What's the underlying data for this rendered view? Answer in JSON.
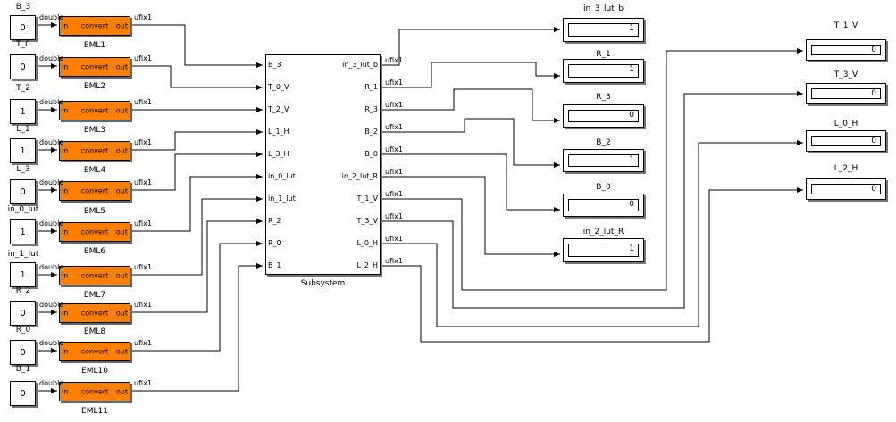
{
  "constants": [
    {
      "name": "B_3",
      "value": "0"
    },
    {
      "name": "T_0",
      "value": "0"
    },
    {
      "name": "T_2",
      "value": "1"
    },
    {
      "name": "L_1",
      "value": "1"
    },
    {
      "name": "L_3",
      "value": "0"
    },
    {
      "name": "in_0_lut",
      "value": "1"
    },
    {
      "name": "in_1_lut",
      "value": "1"
    },
    {
      "name": "R_2",
      "value": "0"
    },
    {
      "name": "R_0",
      "value": "0"
    },
    {
      "name": "B_1",
      "value": "0"
    }
  ],
  "eml_blocks": [
    {
      "name": "EML1",
      "in": "in",
      "out": "out",
      "fn": "convert"
    },
    {
      "name": "EML2",
      "in": "in",
      "out": "out",
      "fn": "convert"
    },
    {
      "name": "EML3",
      "in": "in",
      "out": "out",
      "fn": "convert"
    },
    {
      "name": "EML4",
      "in": "in",
      "out": "out",
      "fn": "convert"
    },
    {
      "name": "EML5",
      "in": "in",
      "out": "out",
      "fn": "convert"
    },
    {
      "name": "EML6",
      "in": "in",
      "out": "out",
      "fn": "convert"
    },
    {
      "name": "EML7",
      "in": "in",
      "out": "out",
      "fn": "convert"
    },
    {
      "name": "EML8",
      "in": "in",
      "out": "out",
      "fn": "convert"
    },
    {
      "name": "EML10",
      "in": "in",
      "out": "out",
      "fn": "convert"
    },
    {
      "name": "EML11",
      "in": "in",
      "out": "out",
      "fn": "convert"
    }
  ],
  "signal_types": {
    "input": "double",
    "output": "ufix1"
  },
  "subsystem": {
    "name": "Subsystem",
    "inports": [
      "B_3",
      "T_0_V",
      "T_2_V",
      "L_1_H",
      "L_3_H",
      "in_0_lut",
      "in_1_lut",
      "R_2",
      "R_0",
      "B_1"
    ],
    "outports": [
      "in_3_lut_b",
      "R_1",
      "R_3",
      "B_2",
      "B_0",
      "in_2_lut_R",
      "T_1_V",
      "T_3_V",
      "L_0_H",
      "L_2_H"
    ]
  },
  "displays": [
    {
      "name": "in_3_lut_b",
      "value": "1"
    },
    {
      "name": "R_1",
      "value": "1"
    },
    {
      "name": "R_3",
      "value": "0"
    },
    {
      "name": "B_2",
      "value": "1"
    },
    {
      "name": "B_0",
      "value": "0"
    },
    {
      "name": "in_2_lut_R",
      "value": "1"
    },
    {
      "name": "T_1_V",
      "value": "0"
    },
    {
      "name": "T_3_V",
      "value": "0"
    },
    {
      "name": "L_0_H",
      "value": "0"
    },
    {
      "name": "L_2_H",
      "value": "0"
    }
  ],
  "colors": {
    "eml_fill": "#ff7f00",
    "wire": "#000000",
    "background": "#ffffff"
  }
}
